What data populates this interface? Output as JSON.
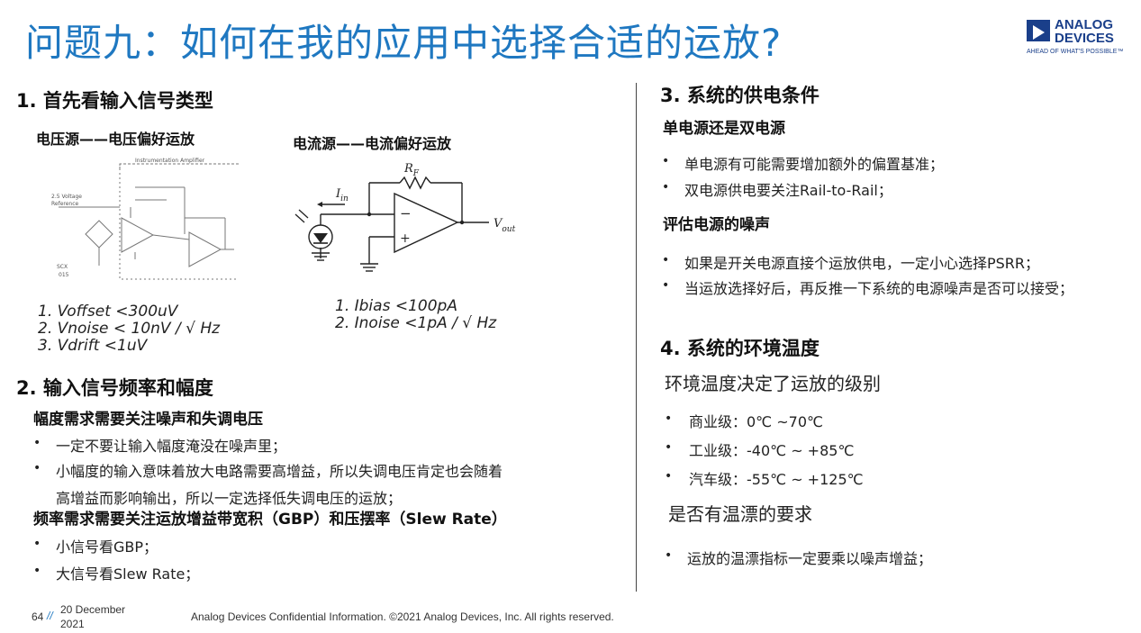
{
  "title": "问题九：如何在我的应用中选择合适的运放?",
  "logo": {
    "line1": "ANALOG",
    "line2": "DEVICES",
    "tagline": "AHEAD OF WHAT'S POSSIBLE™"
  },
  "left": {
    "s1_heading": "1. 首先看输入信号类型",
    "voltage_label": "电压源——电压偏好运放",
    "current_label": "电流源——电流偏好运放",
    "voltage_items": [
      "1.    Voffset <300uV",
      "2.    Vnoise < 10nV / √ Hz",
      "3.    Vdrift  <1uV"
    ],
    "current_items": [
      "1.    Ibias <100pA",
      "2.    Inoise <1pA / √ Hz"
    ],
    "circuit1": {
      "amp_title": "Instrumentation Amplifier",
      "ref_label1": "2.5 Voltage",
      "ref_label2": "Reference",
      "sensor1": "SCX",
      "sensor2": "015"
    },
    "circuit2": {
      "rf": "R",
      "rf_sub": "F",
      "iin": "I",
      "iin_sub": "in",
      "vout": "V",
      "vout_sub": "out",
      "minus": "−",
      "plus": "+"
    },
    "s2_heading": "2. 输入信号频率和幅度",
    "s2_sub1": "幅度需求需要关注噪声和失调电压",
    "s2_b1": "一定不要让输入幅度淹没在噪声里；",
    "s2_b2a": "小幅度的输入意味着放大电路需要高增益，所以失调电压肯定也会随着",
    "s2_b2b": "高增益而影响输出，所以一定选择低失调电压的运放；",
    "s2_sub2": "频率需求需要关注运放增益带宽积（GBP）和压摆率（Slew Rate）",
    "s2_b3": "小信号看GBP；",
    "s2_b4": "大信号看Slew Rate；"
  },
  "right": {
    "s3_heading": "3. 系统的供电条件",
    "s3_sub1": "单电源还是双电源",
    "s3_b1": "单电源有可能需要增加额外的偏置基准；",
    "s3_b2": "双电源供电要关注Rail-to-Rail；",
    "s3_sub2": "评估电源的噪声",
    "s3_b3": "如果是开关电源直接个运放供电，一定小心选择PSRR；",
    "s3_b4": "当运放选择好后，再反推一下系统的电源噪声是否可以接受；",
    "s4_heading": "4. 系统的环境温度",
    "s4_line1": "环境温度决定了运放的级别",
    "s4_b1": "商业级：0℃ ~70℃",
    "s4_b2": "工业级：-40℃ ~ +85℃",
    "s4_b3": "汽车级：-55℃ ~ +125℃",
    "s4_line2": "是否有温漂的要求",
    "s4_b4": "运放的温漂指标一定要乘以噪声增益；"
  },
  "footer": {
    "page": "64",
    "sep": "//",
    "date1": "20 December",
    "date2": "2021",
    "note": "Analog Devices Confidential Information. ©2021 Analog Devices, Inc. All rights reserved."
  },
  "bullet_char": "•",
  "colors": {
    "title": "#1f78c1",
    "logo": "#1a3f8a"
  }
}
